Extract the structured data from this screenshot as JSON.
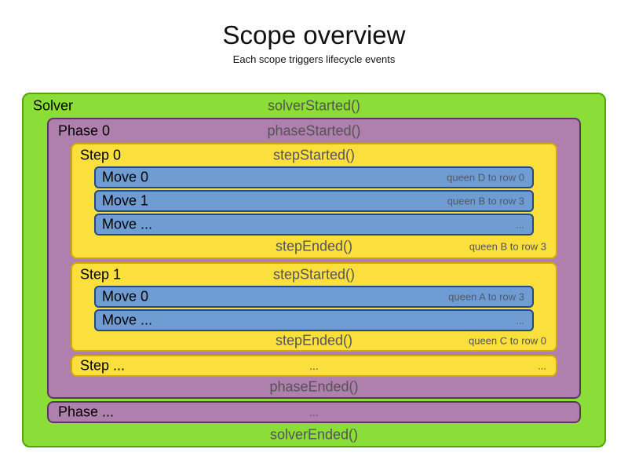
{
  "title": "Scope overview",
  "subtitle": "Each scope triggers lifecycle events",
  "colors": {
    "solver_fill": "#8ade37",
    "solver_border": "#55a305",
    "phase_fill": "#af80ad",
    "phase_border": "#5c3566",
    "step_fill": "#fbdf3d",
    "step_border": "#d1a900",
    "move_fill": "#6e9cd3",
    "move_border": "#244a80",
    "event_text": "#545454",
    "label_text": "#000000"
  },
  "solver": {
    "label": "Solver",
    "started_event": "solverStarted()",
    "ended_event": "solverEnded()",
    "phases": [
      {
        "label": "Phase 0",
        "started_event": "phaseStarted()",
        "ended_event": "phaseEnded()",
        "steps": [
          {
            "label": "Step 0",
            "started_event": "stepStarted()",
            "ended_event": "stepEnded()",
            "ended_note": "queen B to row 3",
            "moves": [
              {
                "label": "Move 0",
                "note": "queen D to row 0"
              },
              {
                "label": "Move 1",
                "note": "queen B to row 3"
              },
              {
                "label": "Move ...",
                "note": "..."
              }
            ]
          },
          {
            "label": "Step 1",
            "started_event": "stepStarted()",
            "ended_event": "stepEnded()",
            "ended_note": "queen C to row 0",
            "moves": [
              {
                "label": "Move 0",
                "note": "queen A to row 3"
              },
              {
                "label": "Move ...",
                "note": "..."
              }
            ]
          },
          {
            "label": "Step ...",
            "center_text": "...",
            "right_text": "..."
          }
        ]
      },
      {
        "label": "Phase ...",
        "center_text": "..."
      }
    ]
  }
}
